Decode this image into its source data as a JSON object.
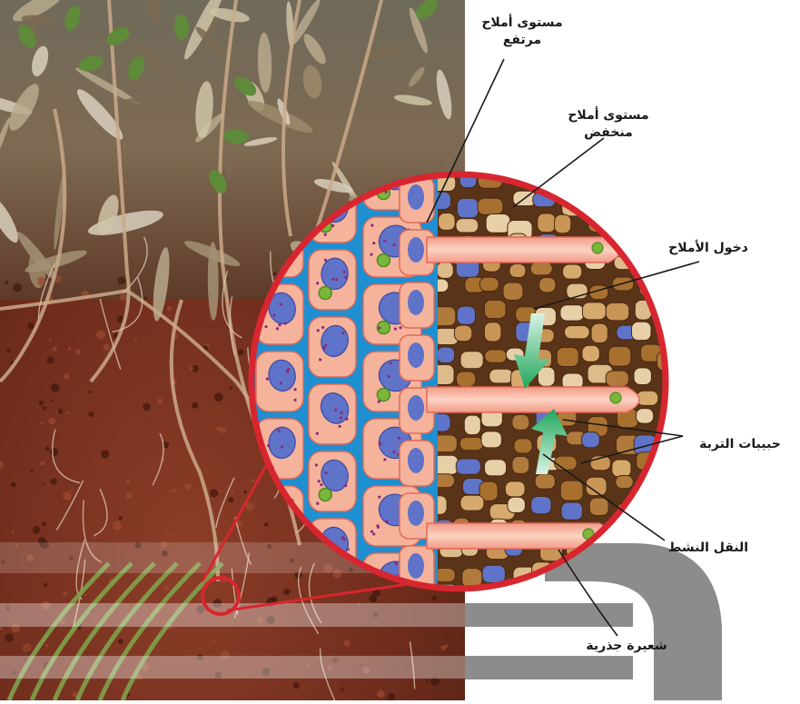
{
  "labels": {
    "high_salt_level": [
      "مستوى  أملاح",
      "مرتفع"
    ],
    "low_salt_level": [
      "مستوى  أملاح",
      "منخفض"
    ],
    "salt_entry": "دخول الأملاح",
    "soil_particles": "حبيبات التربة",
    "active_transport": "النقل النشط",
    "root_hair": "شعيرة جذرية"
  },
  "colors": {
    "lens_border": "#d7262f",
    "cell_wall_blue": "#1e8fd0",
    "cell_pink": "#f6b39b",
    "vacuole_blue": "#5f73c8",
    "nucleus_green": "#79b63a",
    "soil_brown": "#b07a3c",
    "arrow_green": "#2bb673"
  }
}
